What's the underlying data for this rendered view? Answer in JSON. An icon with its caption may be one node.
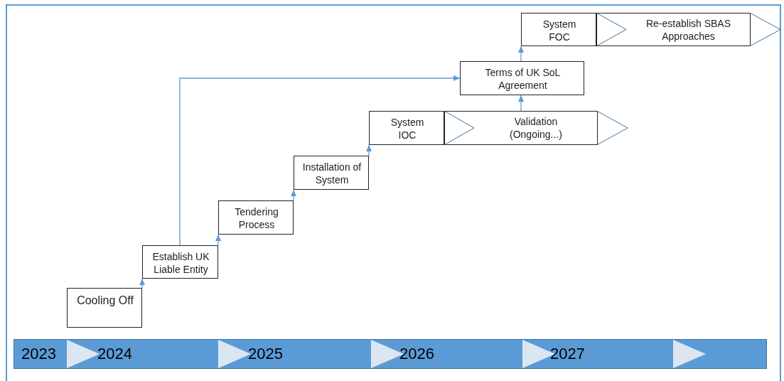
{
  "diagram": {
    "nodes": [
      {
        "text": [
          "Cooling Off"
        ]
      },
      {
        "text": [
          "Establish UK Liable Entity"
        ]
      },
      {
        "text": [
          "Tendering Process"
        ]
      },
      {
        "text": [
          "Installation of System"
        ]
      },
      {
        "text": [
          "System IOC"
        ]
      },
      {
        "text": [
          "Validation (Ongoing...)"
        ]
      },
      {
        "text": [
          "Terms of UK SoL Agreement"
        ]
      },
      {
        "text": [
          "System FOC"
        ]
      },
      {
        "text": [
          "Re-establish SBAS Approaches"
        ]
      }
    ],
    "edges": [
      {
        "from": 0,
        "to": 1,
        "arrow": "to"
      },
      {
        "from": 1,
        "to": 2,
        "arrow": "to"
      },
      {
        "from": 2,
        "to": 3,
        "arrow": "to"
      },
      {
        "from": 3,
        "to": 4,
        "arrow": "to"
      },
      {
        "from": 1,
        "to": 6,
        "arrow": "to"
      },
      {
        "from": 5,
        "to": 6,
        "arrow": "to"
      },
      {
        "from": 6,
        "to": 7,
        "arrow": "to"
      }
    ],
    "labels": [
      "2023",
      "2024",
      "2025",
      "2026",
      "2027"
    ]
  }
}
